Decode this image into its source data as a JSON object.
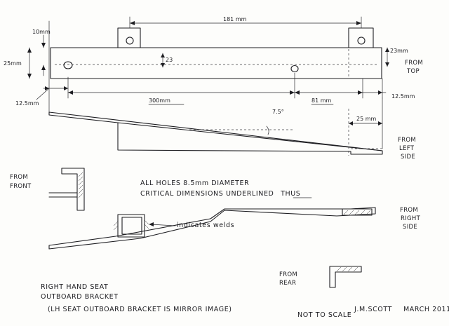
{
  "dimensions": {
    "d181": "181 mm",
    "d10": "10mm",
    "d25": "25mm",
    "d23_inner": "23",
    "d23_right": "23mm",
    "d12_5_left": "12.5mm",
    "d300": "300mm",
    "d81": "81 mm",
    "d12_5_right": "12.5mm",
    "d25_side": "25 mm",
    "angle": "7.5°"
  },
  "view_labels": {
    "from_top": [
      "FROM",
      "TOP"
    ],
    "from_left_side": [
      "FROM",
      "LEFT",
      "SIDE"
    ],
    "from_front": [
      "FROM",
      "FRONT"
    ],
    "from_right_side": [
      "FROM",
      "RIGHT",
      "SIDE"
    ],
    "from_rear": [
      "FROM",
      "REAR"
    ]
  },
  "notes": {
    "holes": "ALL HOLES 8.5mm DIAMETER",
    "critical_prefix": "CRITICAL DIMENSIONS UNDERLINED",
    "critical_thus": "THUS",
    "welds": "indicates welds"
  },
  "title_block": {
    "title_line1": "RIGHT HAND SEAT",
    "title_line2": "OUTBOARD BRACKET",
    "mirror_note": "(LH SEAT OUTBOARD BRACKET IS MIRROR IMAGE)",
    "scale": "NOT TO SCALE",
    "author": "J.M.SCOTT",
    "date": "MARCH 2011"
  }
}
